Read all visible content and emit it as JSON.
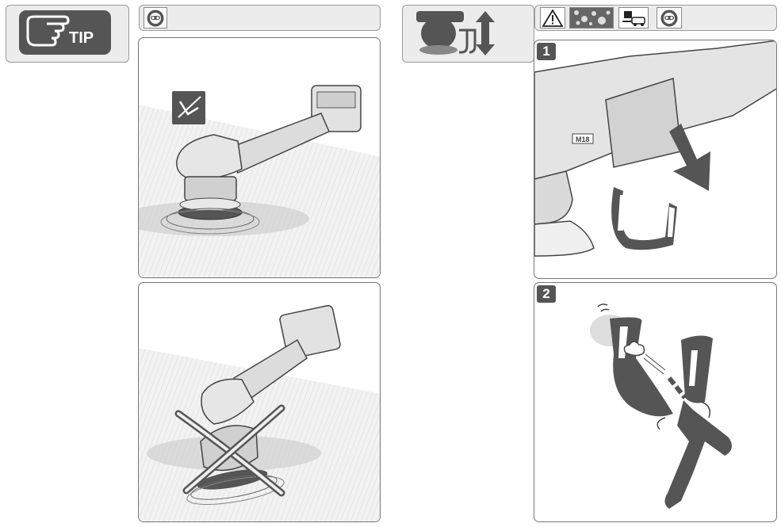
{
  "left": {
    "tip_label": "TIP",
    "icons": [
      "tip-hand-icon",
      "eye-protection-icon"
    ]
  },
  "right": {
    "icons": [
      "tool-grip-icon",
      "warning-icon",
      "dust-icon",
      "vacuum-icon",
      "eye-protection-icon"
    ]
  },
  "steps": [
    {
      "number": "1",
      "badge": "M18"
    },
    {
      "number": "2"
    }
  ],
  "colors": {
    "dark": "#555555",
    "bar": "#ececec",
    "border": "#9a9a9a"
  }
}
